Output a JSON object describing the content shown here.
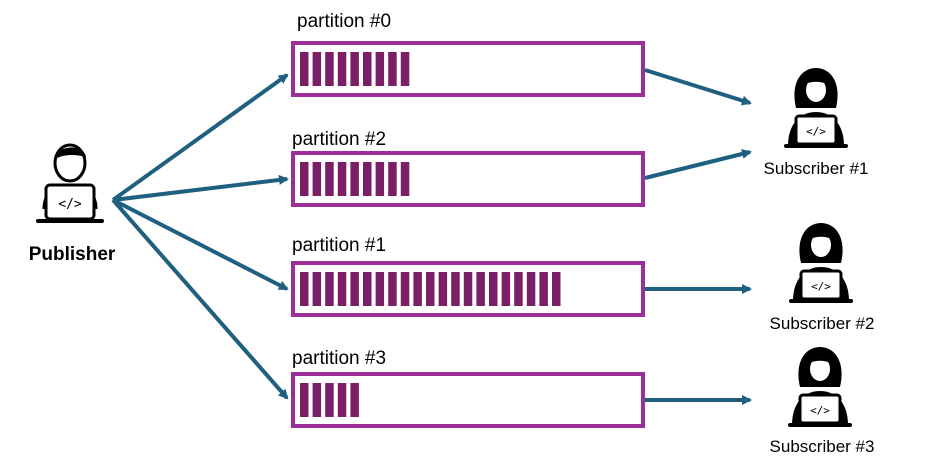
{
  "publisher": {
    "label": "Publisher",
    "icon": "developer-male-icon"
  },
  "colors": {
    "partition_border": "#9B2F97",
    "message_fill": "#7A1F66",
    "arrow": "#1F5F80",
    "icon_stroke": "#000000"
  },
  "partitions": [
    {
      "label": "partition #0",
      "message_count": 9
    },
    {
      "label": "partition #2",
      "message_count": 9
    },
    {
      "label": "partition #1",
      "message_count": 21
    },
    {
      "label": "partition #3",
      "message_count": 5
    }
  ],
  "subscribers": [
    {
      "label": "Subscriber #1",
      "icon": "developer-female-icon"
    },
    {
      "label": "Subscriber #2",
      "icon": "developer-female-icon"
    },
    {
      "label": "Subscriber #3",
      "icon": "developer-female-icon"
    }
  ]
}
